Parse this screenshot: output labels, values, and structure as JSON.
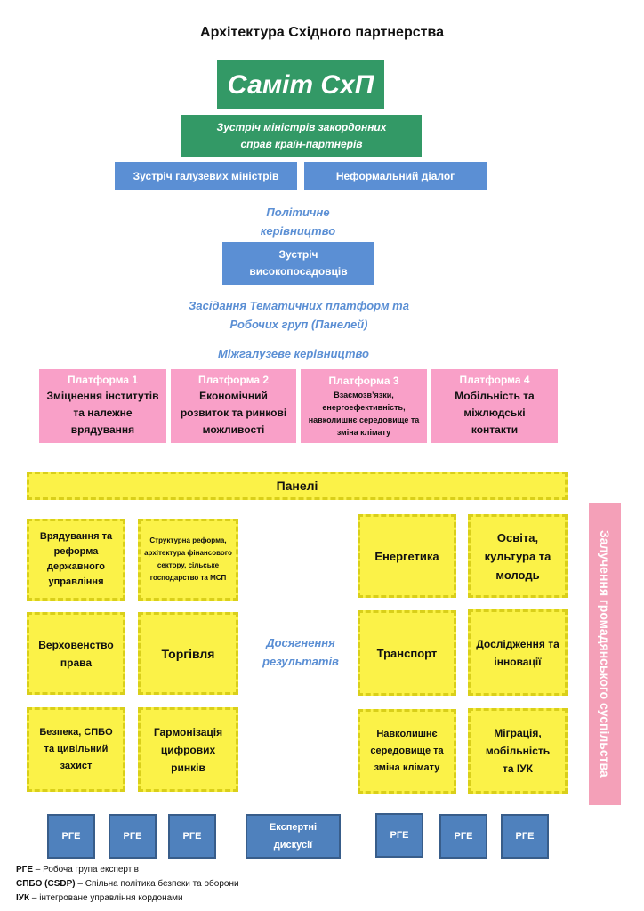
{
  "title": "Архітектура Східного партнерства",
  "summit": "Саміт СхП",
  "foreign_ministers": "Зустріч міністрів закордонних справ країн-партнерів",
  "sector_ministers": "Зустріч галузевих міністрів",
  "informal_dialogue": "Неформальний діалог",
  "political_leadership": "Політичне керівництво",
  "senior_officials": "Зустріч високопосадовців",
  "platform_meetings": "Засідання Тематичних платформ та Робочих груп (Панелей)",
  "intersectoral_leadership": "Міжгалузеве керівництво",
  "platforms": [
    {
      "label": "Платформа 1",
      "text": "Зміцнення інститутів та належне врядування"
    },
    {
      "label": "Платформа 2",
      "text": "Економічний розвиток та ринкові можливості"
    },
    {
      "label": "Платформа 3",
      "text": "Взаємозв’язки, енергоефективність, навколишнє середовище та зміна клімату"
    },
    {
      "label": "Платформа 4",
      "text": "Мобільність та міжлюдські контакти"
    }
  ],
  "panels_header": "Панелі",
  "panels_left": [
    "Врядування та реформа державного управління",
    "Структурна реформа, архітектура фінансового сектору, сільське господарство та МСП",
    "Верховенство права",
    "Торгівля",
    "Безпека, СПБО та цивільний захист",
    "Гармонізація цифрових ринків"
  ],
  "panels_right": [
    "Енергетика",
    "Освіта, культура та молодь",
    "Транспорт",
    "Дослідження та інновації",
    "Навколишнє середовище та зміна клімату",
    "Міграція, мобільність та ІУК"
  ],
  "results_label": "Досягнення результатів",
  "civil_society": "Залучення громадянського суспільства",
  "working_groups": [
    "РГЕ",
    "РГЕ",
    "РГЕ",
    "РГЕ",
    "РГЕ",
    "РГЕ"
  ],
  "expert_discussions": "Експертні дискусії",
  "legend": [
    {
      "abbr": "РГЕ",
      "desc": " – Робоча група експертів"
    },
    {
      "abbr": "СПБО (CSDP)",
      "desc": " – Спільна політика безпеки та оборони"
    },
    {
      "abbr": "ІУК",
      "desc": " – інтегроване управління кордонами"
    }
  ],
  "colors": {
    "green": "#339966",
    "blue": "#5b8fd4",
    "pink": "#f9a0c8",
    "yellow": "#fbf248",
    "side_pink": "#f4a0b8",
    "rge_blue": "#4f81bd"
  }
}
